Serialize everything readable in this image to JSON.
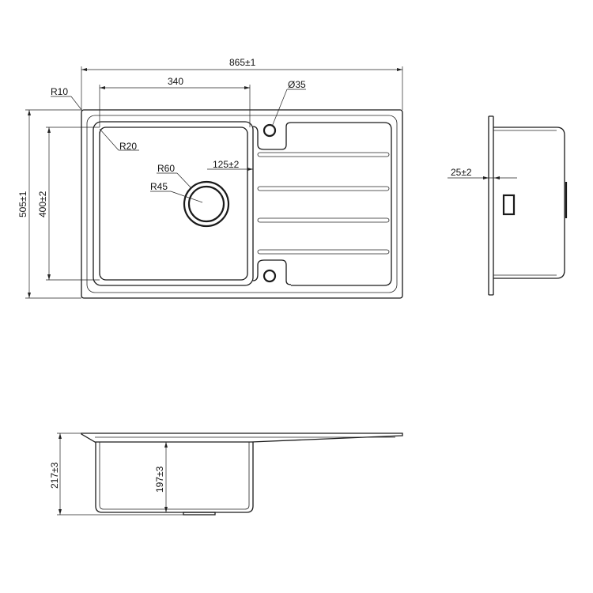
{
  "top_view": {
    "overall_width": "865±1",
    "overall_depth": "505±1",
    "bowl_width": "340",
    "bowl_depth": "400±2",
    "corner_radius_outer": "R10",
    "corner_radius_bowl": "R20",
    "drain_outer_radius": "R60",
    "drain_inner_radius": "R45",
    "tap_hole_diameter": "Ø35",
    "drain_offset": "125±2"
  },
  "side_view": {
    "clip_dimension": "25±2"
  },
  "front_view": {
    "total_height": "217±3",
    "bowl_height": "197±3"
  }
}
